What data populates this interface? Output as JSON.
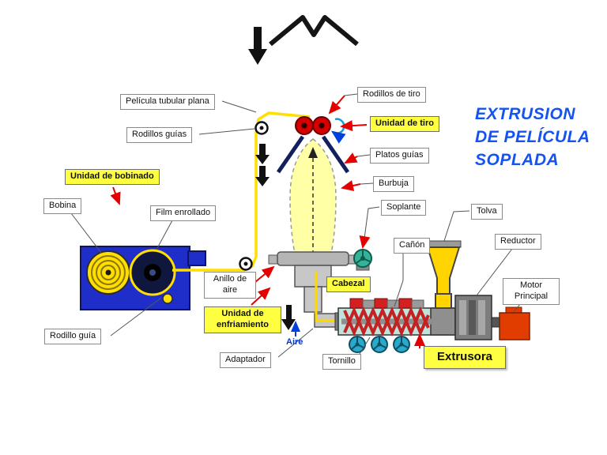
{
  "title": {
    "lines": [
      "EXTRUSION",
      "DE PELÍCULA",
      "SOPLADA"
    ]
  },
  "labels": {
    "pelicula_tubular_plana": "Película tubular plana",
    "rodillos_guias": "Rodillos guías",
    "rodillos_de_tiro": "Rodillos de tiro",
    "unidad_de_tiro": "Unidad de tiro",
    "platos_guias": "Platos guías",
    "burbuja": "Burbuja",
    "soplante": "Soplante",
    "tolva": "Tolva",
    "canon": "Cañón",
    "reductor": "Reductor",
    "motor_principal": "Motor Principal",
    "unidad_de_bobinado": "Unidad de bobinado",
    "bobina": "Bobina",
    "film_enrollado": "Film enrollado",
    "anillo_de_aire": "Anillo de aire",
    "cabezal": "Cabezal",
    "unidad_de_enfriamiento": "Unidad de enfriamiento",
    "rodillo_guia": "Rodillo guía",
    "adaptador": "Adaptador",
    "tornillo": "Tornillo",
    "extrusora": "Extrusora",
    "aire": "Aire"
  },
  "colors": {
    "title_blue": "#1453f0",
    "highlight_yellow": "#ffff42",
    "arrow_red": "#e40000",
    "film_yellow": "#ffdf00",
    "machine_blue": "#1f2ec9",
    "roller_red": "#d40000",
    "motor_red": "#e23d00",
    "blower_teal": "#37b29a",
    "air_blue": "#0040dd"
  }
}
